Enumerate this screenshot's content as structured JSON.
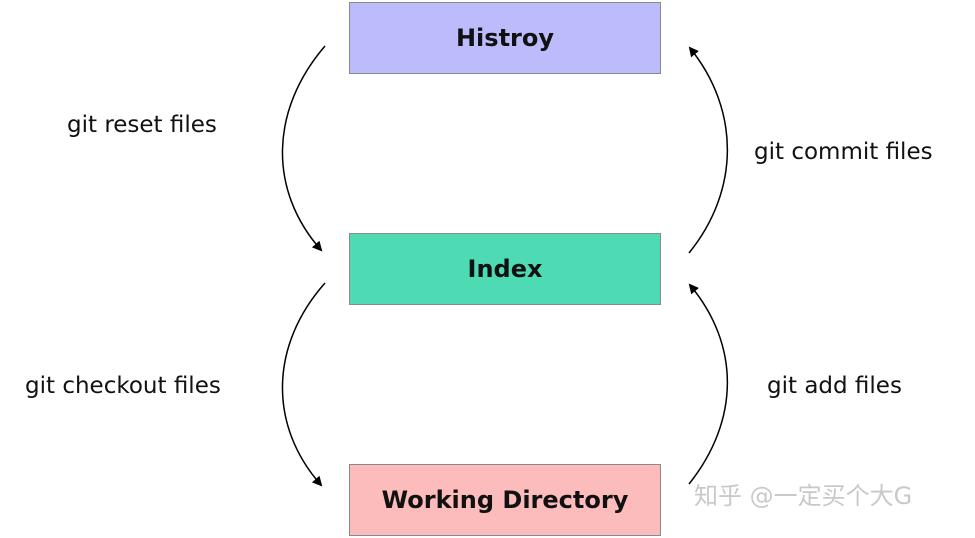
{
  "boxes": {
    "history": {
      "label": "Histroy",
      "color": "#bcbcfc"
    },
    "index": {
      "label": "Index",
      "color": "#4edbb4"
    },
    "working_directory": {
      "label": "Working Directory",
      "color": "#fcbcbc"
    }
  },
  "arrows": {
    "reset": "git reset files",
    "checkout": "git checkout files",
    "commit": "git commit files",
    "add": "git add files"
  },
  "watermark": "知乎 @一定买个大G"
}
